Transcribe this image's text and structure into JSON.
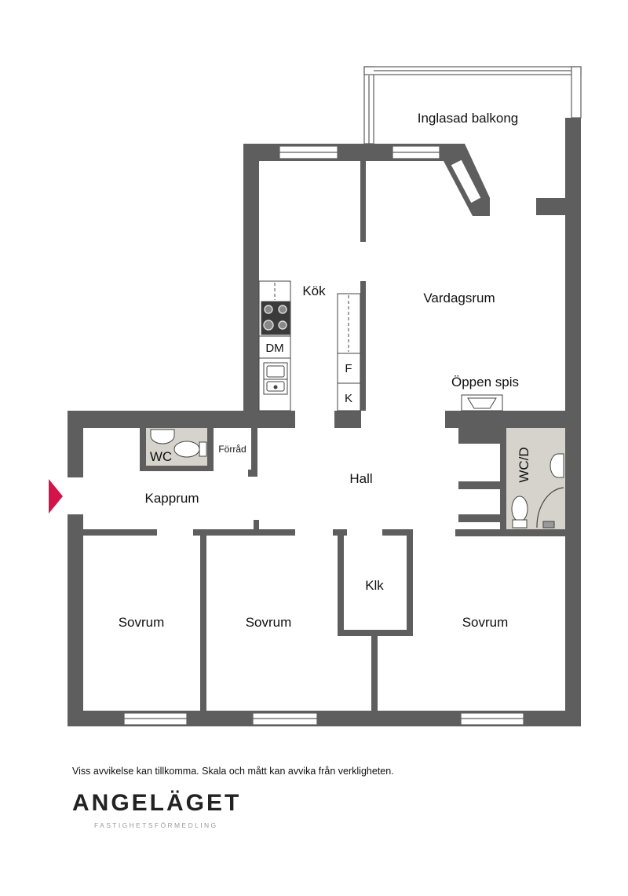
{
  "rooms": {
    "balcony": "Inglasad balkong",
    "kitchen": "Kök",
    "living": "Vardagsrum",
    "fireplace": "Öppen spis",
    "hall": "Hall",
    "cloak": "Kapprum",
    "wc": "WC",
    "storage": "Förråd",
    "wcd": "WC/D",
    "closet": "Klk",
    "bedroom1": "Sovrum",
    "bedroom2": "Sovrum",
    "bedroom3": "Sovrum"
  },
  "fixtures": {
    "dishwasher": "DM",
    "fridge": "F",
    "freezer": "K"
  },
  "disclaimer": "Viss avvikelse kan tillkomma. Skala och mått kan avvika från verkligheten.",
  "brand": {
    "name": "ANGELÄGET",
    "tagline": "FASTIGHETSFÖRMEDLING"
  },
  "colors": {
    "wall": "#5e5e5e",
    "wet_room": "#d6d3cd",
    "entrance_marker": "#d3134a"
  }
}
